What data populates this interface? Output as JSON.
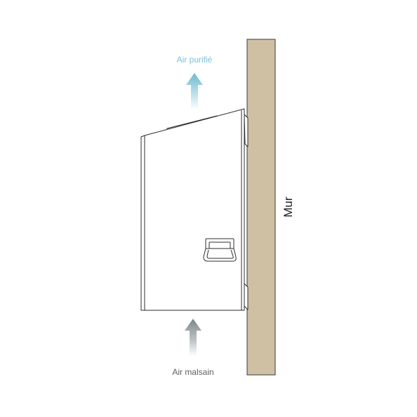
{
  "labels": {
    "top_arrow": "Air purifié",
    "bottom_arrow": "Air malsain",
    "wall": "Mur"
  },
  "colors": {
    "wall_fill": "#cfc0a3",
    "wall_stroke": "#3a3a3a",
    "device_stroke": "#2e2e2e",
    "device_fill": "#ffffff",
    "clean_air_arrow": "#7ec4d8",
    "clean_air_text": "#7cc3d6",
    "dirty_air_arrow": "#8b9599",
    "dirty_air_text": "#5f5f5f",
    "wall_text": "#1a1a1a"
  }
}
